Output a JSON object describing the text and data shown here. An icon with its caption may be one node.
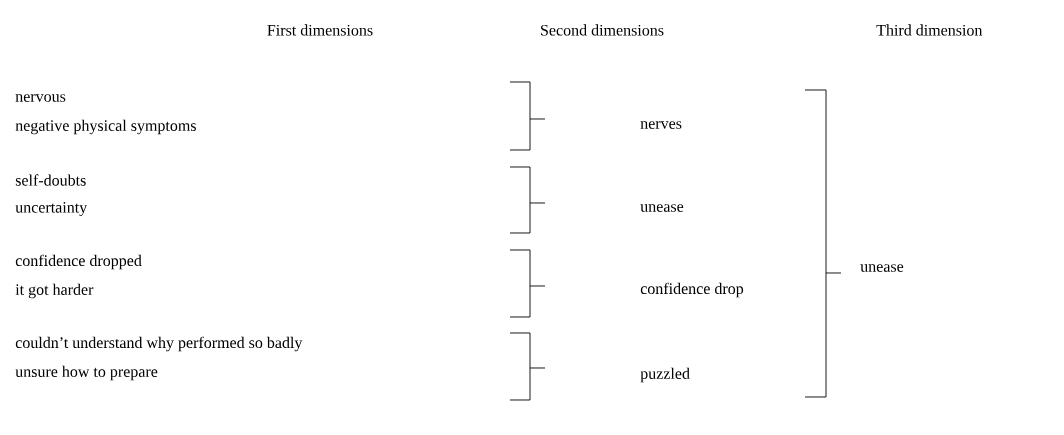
{
  "diagram": {
    "labels": [
      "First dimensions",
      "Second dimensions",
      "Third dimension",
      "nervous",
      "negative physical symptoms",
      "nerves",
      "self-doubts",
      "uncertainty",
      "unease",
      "confidence dropped",
      "it got harder",
      "confidence drop",
      "unease",
      "couldn’t understand why performed so badly",
      "unsure how to prepare",
      "puzzled"
    ]
  }
}
